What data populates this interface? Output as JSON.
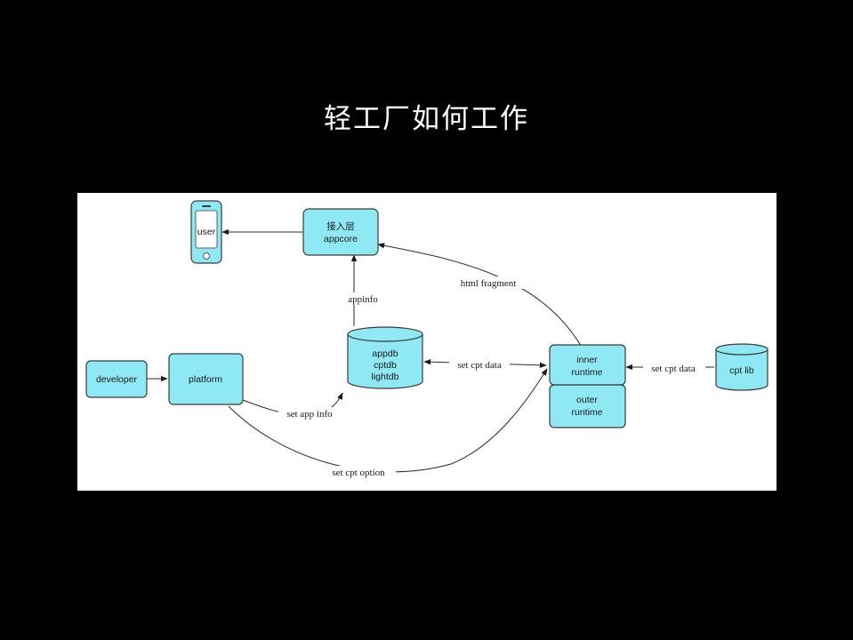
{
  "slide": {
    "title": "轻工厂如何工作"
  },
  "colors": {
    "node_fill": "#8ee9f5",
    "node_stroke": "#3a3a3a",
    "background": "#000000",
    "panel": "#ffffff"
  },
  "nodes": {
    "user": "user",
    "access_layer": {
      "line1": "接入层",
      "line2": "appcore"
    },
    "db": {
      "line1": "appdb",
      "line2": "cptdb",
      "line3": "lightdb"
    },
    "developer": "developer",
    "platform": "platform",
    "inner_runtime": {
      "line1": "inner",
      "line2": "runtime"
    },
    "outer_runtime": {
      "line1": "outer",
      "line2": "runtime"
    },
    "cpt_lib": "cpt lib"
  },
  "edges": {
    "appinfo": "appinfo",
    "html_fragment": "html fragment",
    "set_cpt_data_db": "set cpt data",
    "set_cpt_data_lib": "set cpt data",
    "set_app_info": "set app info",
    "set_cpt_option": "set cpt option"
  },
  "icons": {
    "phone": "smartphone-icon"
  }
}
